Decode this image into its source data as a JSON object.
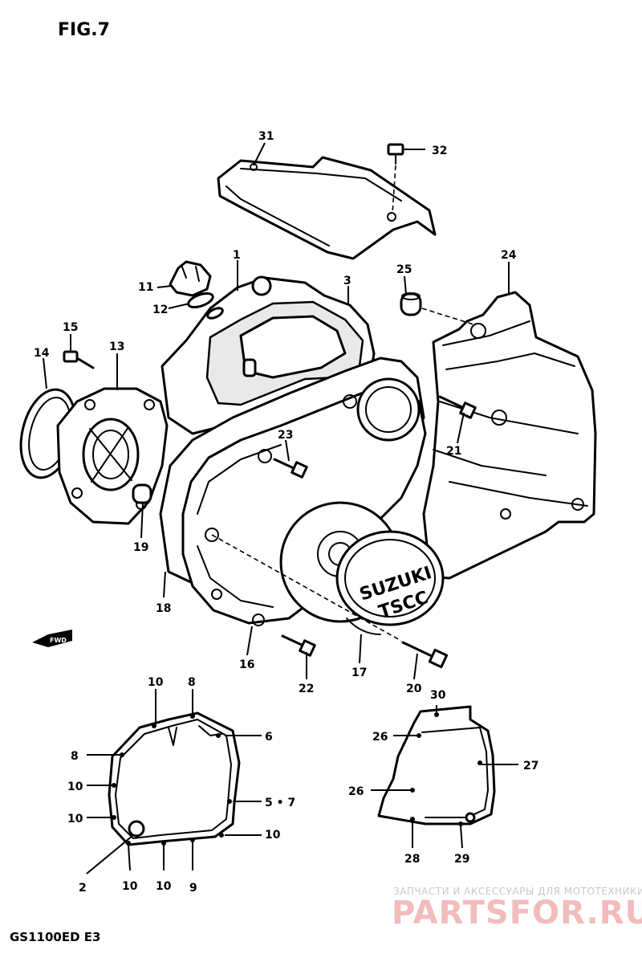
{
  "figure": {
    "title": "FIG.7",
    "model": "GS1100ED E3",
    "fwd_label": "FWD"
  },
  "badge": {
    "line1": "SUZUKI",
    "line2": "TSCC"
  },
  "callouts": {
    "c1": "1",
    "c2": "2",
    "c3": "3",
    "c5_7": "5 • 7",
    "c6": "6",
    "c8a": "8",
    "c8b": "8",
    "c9": "9",
    "c10a": "10",
    "c10b": "10",
    "c10c": "10",
    "c10d": "10",
    "c10e": "10",
    "c10f": "10",
    "c11": "11",
    "c12": "12",
    "c13": "13",
    "c14": "14",
    "c15": "15",
    "c16": "16",
    "c17": "17",
    "c18": "18",
    "c19": "19",
    "c20": "20",
    "c21": "21",
    "c22": "22",
    "c23": "23",
    "c24": "24",
    "c25": "25",
    "c26a": "26",
    "c26b": "26",
    "c27": "27",
    "c28": "28",
    "c29": "29",
    "c30": "30",
    "c31": "31",
    "c32": "32"
  },
  "watermark": {
    "tagline": "ЗАПЧАСТИ И АКСЕССУАРЫ ДЛЯ МОТОТЕХНИКИ",
    "brand": "PARTSFOR.RU"
  }
}
